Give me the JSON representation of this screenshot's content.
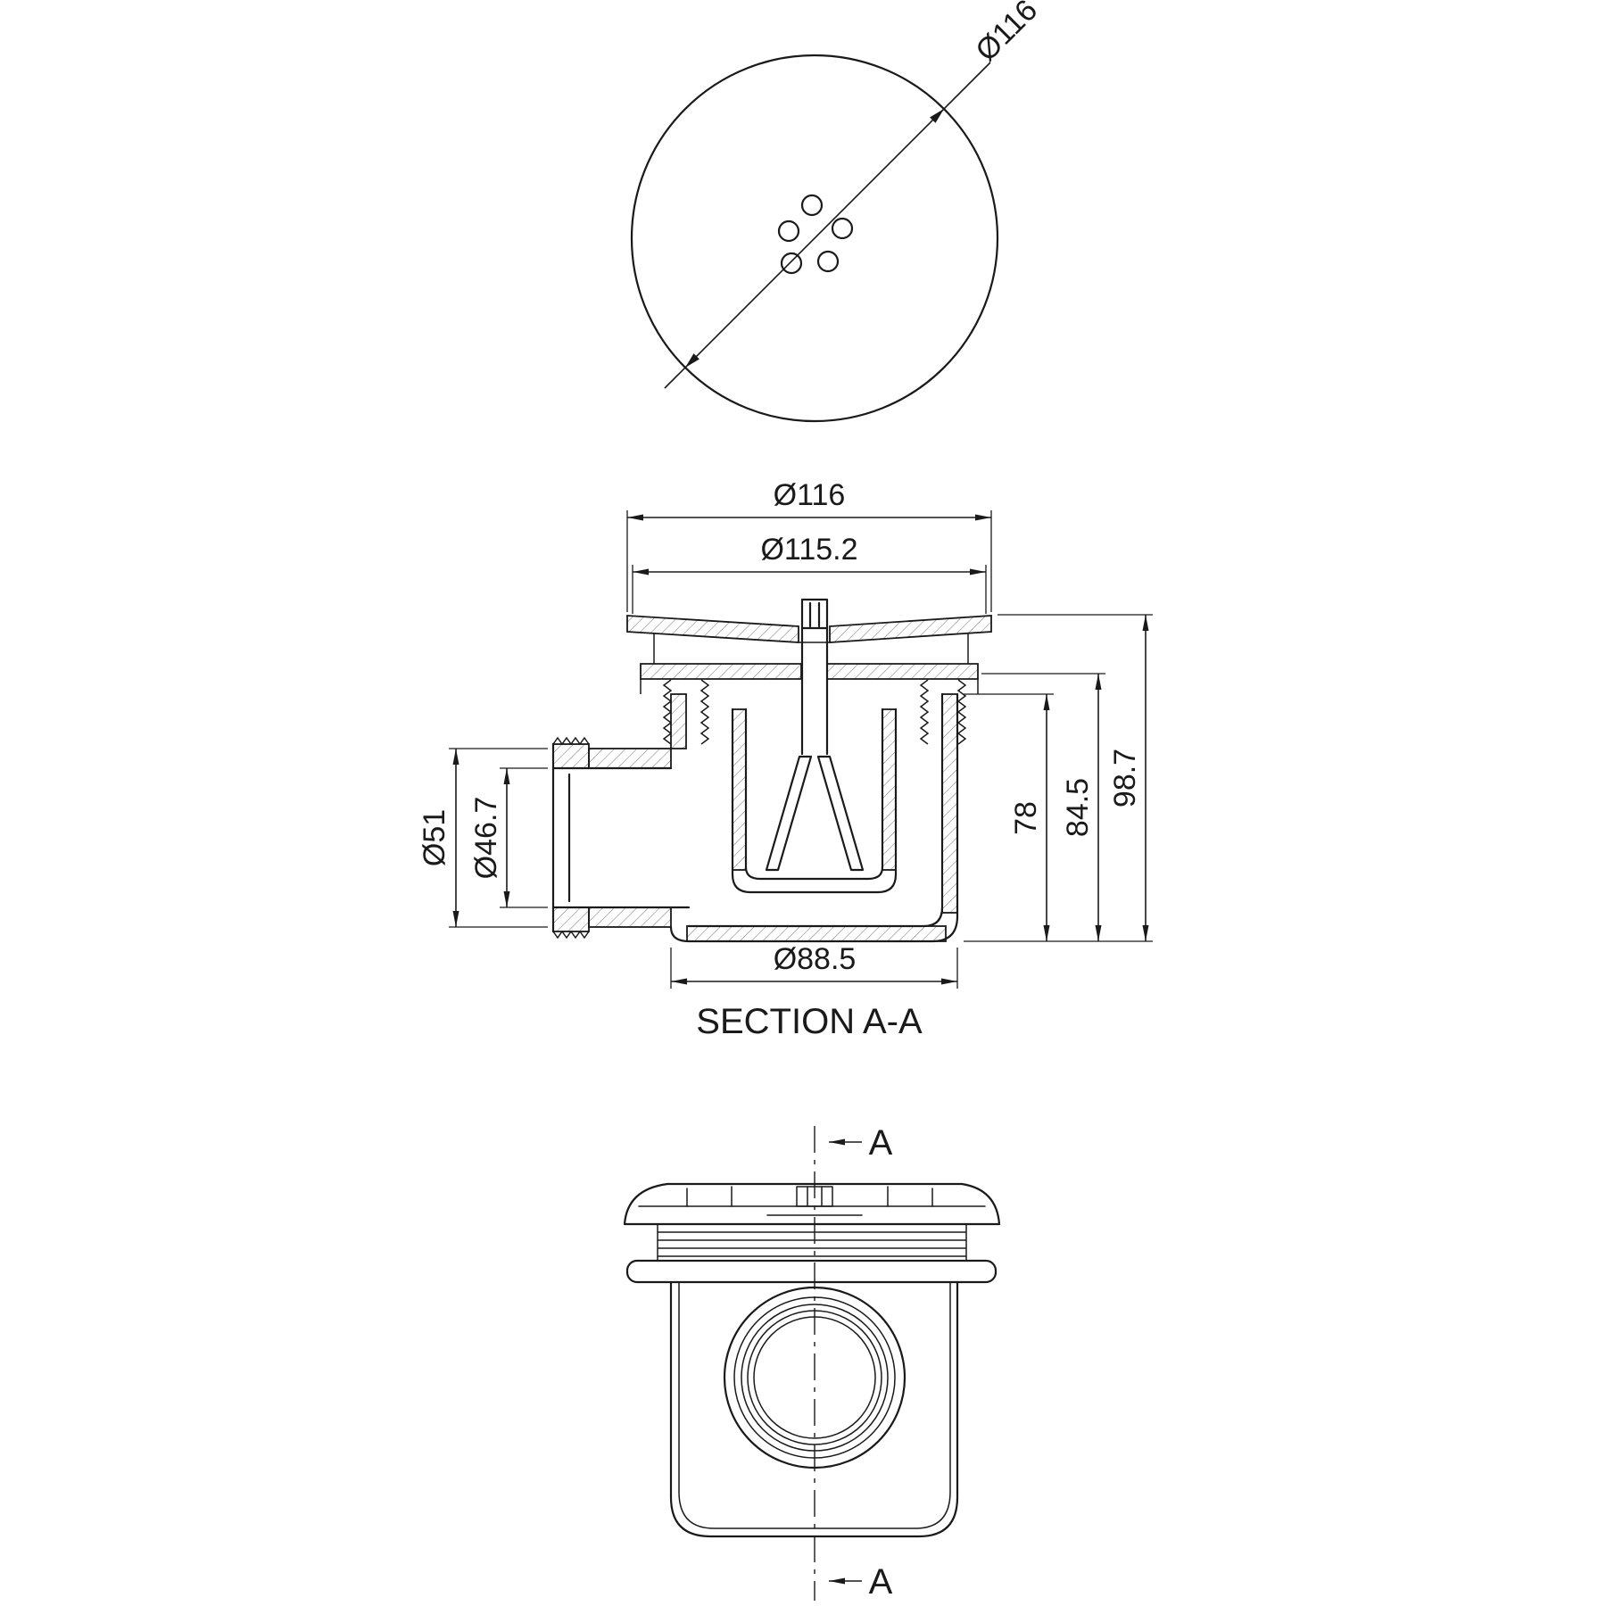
{
  "page": {
    "background": "#ffffff",
    "line_color": "#1a1a1a"
  },
  "top_view": {
    "diameter_label": "Ø116"
  },
  "section_view": {
    "label": "SECTION A-A",
    "dim_flange_outer": "Ø116",
    "dim_flange_inner": "Ø115.2",
    "dim_outlet_outer": "Ø51",
    "dim_outlet_inner": "Ø46.7",
    "dim_height_inner": "78",
    "dim_height_mid": "84.5",
    "dim_height_overall": "98.7",
    "dim_body": "Ø88.5"
  },
  "side_view": {
    "cut_label_top": "A",
    "cut_label_bottom": "A"
  }
}
